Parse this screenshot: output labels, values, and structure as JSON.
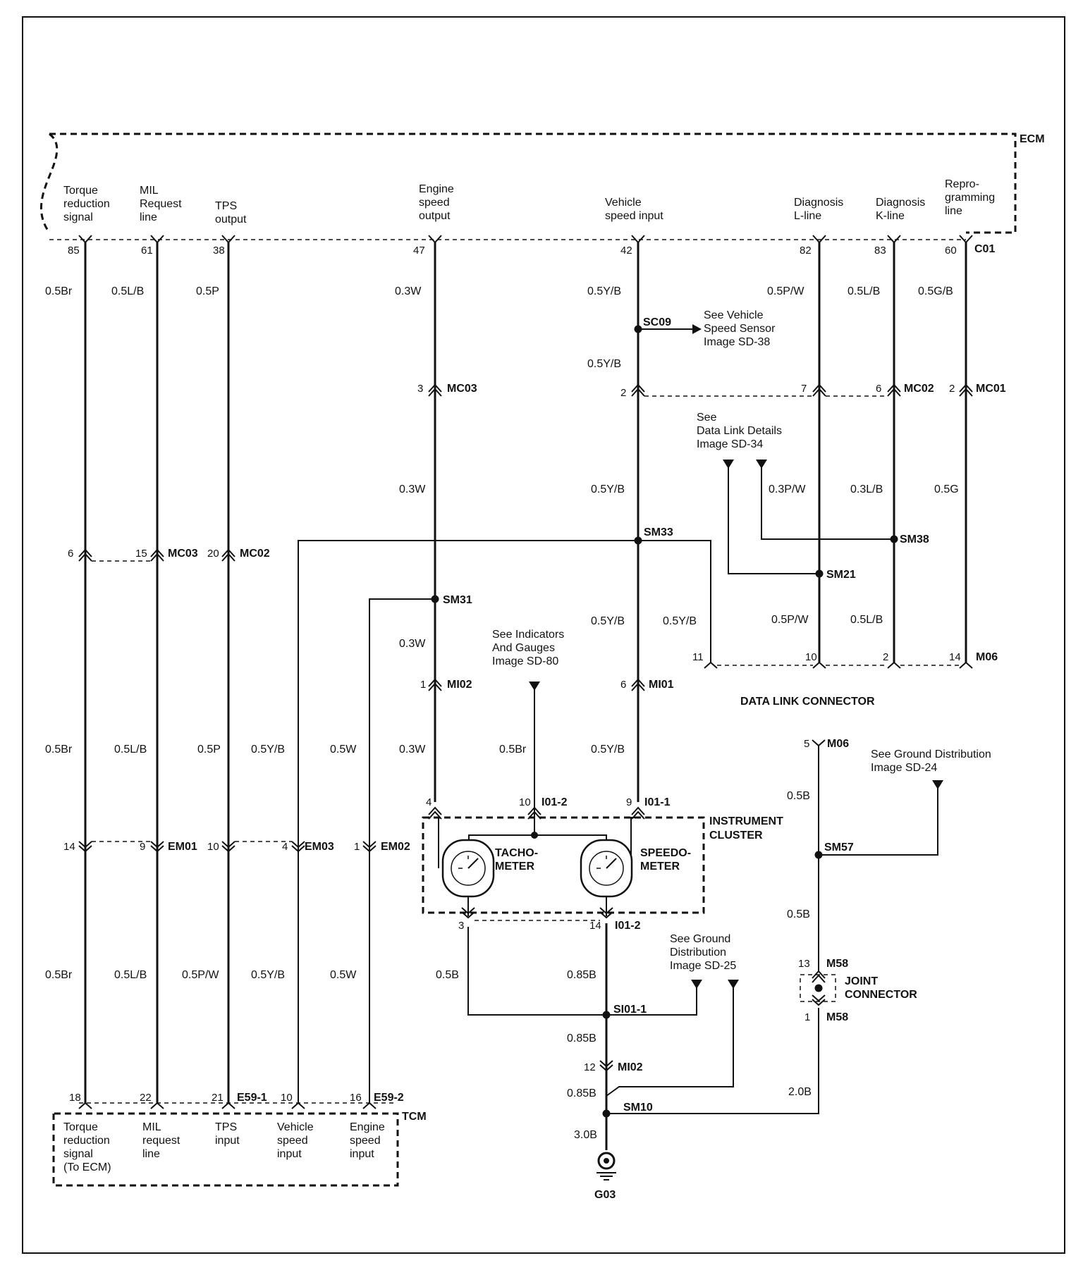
{
  "ecm": {
    "title": "ECM",
    "connector": "C01",
    "signals": [
      {
        "name": "Torque reduction signal",
        "lines": [
          "Torque",
          "reduction",
          "signal"
        ],
        "pin": "85",
        "wire": "0.5Br"
      },
      {
        "name": "MIL Request line",
        "lines": [
          "MIL",
          "Request",
          "line"
        ],
        "pin": "61",
        "wire": "0.5L/B"
      },
      {
        "name": "TPS output",
        "lines": [
          "TPS",
          "output"
        ],
        "pin": "38",
        "wire": "0.5P"
      },
      {
        "name": "Engine speed output",
        "lines": [
          "Engine",
          "speed",
          "output"
        ],
        "pin": "47",
        "wire": "0.3W"
      },
      {
        "name": "Vehicle speed input",
        "lines": [
          "Vehicle",
          "speed input"
        ],
        "pin": "42",
        "wire": "0.5Y/B"
      },
      {
        "name": "Diagnosis L-line",
        "lines": [
          "Diagnosis",
          "L-line"
        ],
        "pin": "82",
        "wire": "0.5P/W"
      },
      {
        "name": "Diagnosis K-line",
        "lines": [
          "Diagnosis",
          "K-line"
        ],
        "pin": "83",
        "wire": "0.5L/B"
      },
      {
        "name": "Reprogramming line",
        "lines": [
          "Repro-",
          "gramming",
          "line"
        ],
        "pin": "60",
        "wire": "0.5G/B"
      }
    ]
  },
  "splices": {
    "sc09": "SC09",
    "sm33": "SM33",
    "sm31": "SM31",
    "sm21": "SM21",
    "sm38": "SM38",
    "sm57": "SM57",
    "si01_1": "SI01-1",
    "sm10": "SM10"
  },
  "references": {
    "vehicle_speed_sensor": [
      "See Vehicle",
      "Speed Sensor",
      "Image SD-38"
    ],
    "data_link_details": [
      "See",
      "Data Link Details",
      "Image SD-34"
    ],
    "indicators_gauges": [
      "See Indicators",
      "And Gauges",
      "Image SD-80"
    ],
    "ground_sd24": [
      "See Ground Distribution",
      "Image SD-24"
    ],
    "ground_sd25": [
      "See Ground",
      "Distribution",
      "Image  SD-25"
    ]
  },
  "wires": {
    "ys_after_sc09": "0.5Y/B",
    "ys_mid": "0.5Y/B",
    "w_mid": "0.3W",
    "g_mid": "0.5G",
    "pw_ref": "0.3P/W",
    "lb_ref": "0.3L/B",
    "w_after_sm31": "0.3W",
    "ys_after_sm33": "0.5Y/B",
    "ys_branch": "0.5Y/B",
    "pw_dlc": "0.5P/W",
    "lb_dlc": "0.5L/B",
    "br_mid": "0.5Br",
    "lb_mid": "0.5L/B",
    "p_mid": "0.5P",
    "ys_left": "0.5Y/B",
    "w_left": "0.5W",
    "w_ic": "0.3W",
    "br_ic": "0.5Br",
    "ys_ic": "0.5Y/B",
    "br_tcm": "0.5Br",
    "lb_tcm": "0.5L/B",
    "pw_tcm": "0.5P/W",
    "ys_tcm": "0.5Y/B",
    "w_tcm": "0.5W",
    "b_tacho": "0.5B",
    "b_speedo": "0.85B",
    "b_after_si01": "0.85B",
    "b_after_mi02": "0.85B",
    "b_ground": "3.0B",
    "b_m06": "0.5B",
    "b_sm57": "0.5B",
    "b_sm10": "2.0B"
  },
  "connectors": {
    "mc03": "MC03",
    "mc02": "MC02",
    "mc01": "MC01",
    "mi02": "MI02",
    "mi01": "MI01",
    "m06": "M06",
    "em01": "EM01",
    "em03": "EM03",
    "em02": "EM02",
    "i01_2": "I01-2",
    "i01_1": "I01-1",
    "m58": "M58",
    "e59_1": "E59-1",
    "e59_2": "E59-2"
  },
  "pins": {
    "mc03_engine": "3",
    "mc02_vs": "2",
    "mc02_l": "7",
    "mc02_k": "6",
    "mc01_repro": "2",
    "mc03_torque": "6",
    "mc03_mil": "15",
    "mc02_tps": "20",
    "mi02_engine": "1",
    "mi01_vs": "6",
    "dlc_11": "11",
    "dlc_10": "10",
    "dlc_2": "2",
    "dlc_14": "14",
    "m06_5": "5",
    "em01_14": "14",
    "em01_9": "9",
    "em01_10": "10",
    "em03_4": "4",
    "em02_1": "1",
    "ic_4": "4",
    "ic_10": "10",
    "ic_9": "9",
    "ic_3": "3",
    "ic_14": "14",
    "mi02_12": "12",
    "m58_13": "13",
    "m58_1": "1",
    "tcm_18": "18",
    "tcm_22": "22",
    "tcm_21": "21",
    "tcm_10": "10",
    "tcm_16": "16"
  },
  "data_link_connector": "DATA LINK CONNECTOR",
  "instrument_cluster": {
    "title": [
      "INSTRUMENT",
      "CLUSTER"
    ],
    "tachometer": [
      "TACHO-",
      "METER"
    ],
    "speedometer": [
      "SPEEDO-",
      "METER"
    ]
  },
  "joint_connector": [
    "JOINT",
    "CONNECTOR"
  ],
  "ground": "G03",
  "tcm": {
    "title": "TCM",
    "inputs": [
      [
        "Torque",
        "reduction",
        "signal",
        "(To ECM)"
      ],
      [
        "MIL",
        "request",
        "line"
      ],
      [
        "TPS",
        "input"
      ],
      [
        "Vehicle",
        "speed",
        "input"
      ],
      [
        "Engine",
        "speed",
        "input"
      ]
    ]
  }
}
